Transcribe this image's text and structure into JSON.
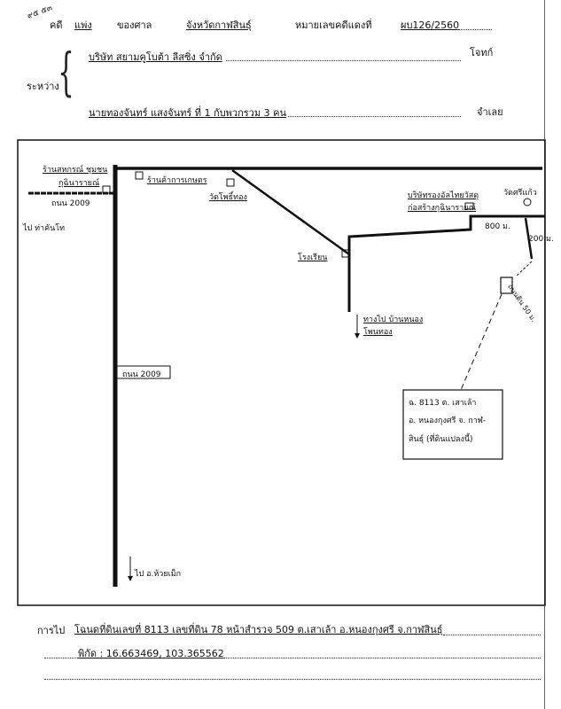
{
  "corner_note": "๙๕ ๕๓",
  "header": {
    "case_label": "คดี",
    "case_type": "แพ่ง",
    "court_label": "ของศาล",
    "court": "จังหวัดกาฬสินธุ์",
    "red_no_label": "หมายเลขคดีแดงที่",
    "red_no": "ผบ126/2560"
  },
  "parties": {
    "between_label": "ระหว่าง",
    "plaintiff": "บริษัท สยามคูโบต้า ลีสซิ่ง จำกัด",
    "plaintiff_label": "โจทก์",
    "defendant": "นายทองจันทร์ แสงจันทร์ ที่ 1 กับพวกรวม 3 คน",
    "defendant_label": "จำเลย"
  },
  "map": {
    "labels": {
      "top_left_place": "ร้านสหกรณ์ ชุมชน",
      "top_left_place2": "กุฉินารายณ์",
      "road_left": "ถนน 2009",
      "left_side": "ไป ท่าคันโท",
      "shop": "ร้านค้าการเกษตร",
      "temple": "วัดโพธิ์ทอง",
      "school": "โรงเรียน",
      "company": "บริษัทรองอัลไทยวัสดุ",
      "company2": "ก่อสร้างกุฉินารายณ์",
      "temple2": "วัดศรีแก้ว",
      "dist_800": "800 ม.",
      "dist_200": "200 ม.",
      "dist_50": "ถนนดิน 50 ม.",
      "road_down": "ทางไป บ้านหนอง",
      "road_down2": "โพนทอง",
      "road_main": "ถนน 2009",
      "bottom": "ไป อ.ห้วยเม็ก"
    },
    "plot_box": {
      "line1": "ฉ. 8113  ต. เสาเล้า",
      "line2": "อ. หนองกุงศรี  จ. กาฬ-",
      "line3": "สินธุ์ (ที่ดินแปลงนี้)"
    }
  },
  "footer": {
    "directions_label": "การไป",
    "directions": "โฉนดที่ดินเลขที่ 8113 เลขที่ดิน 78 หน้าสำรวจ 509 ต.เสาเล้า อ.หนองกุงศรี จ.กาฬสินธุ์",
    "coords": "พิกัด : 16.663469, 103.365562"
  }
}
